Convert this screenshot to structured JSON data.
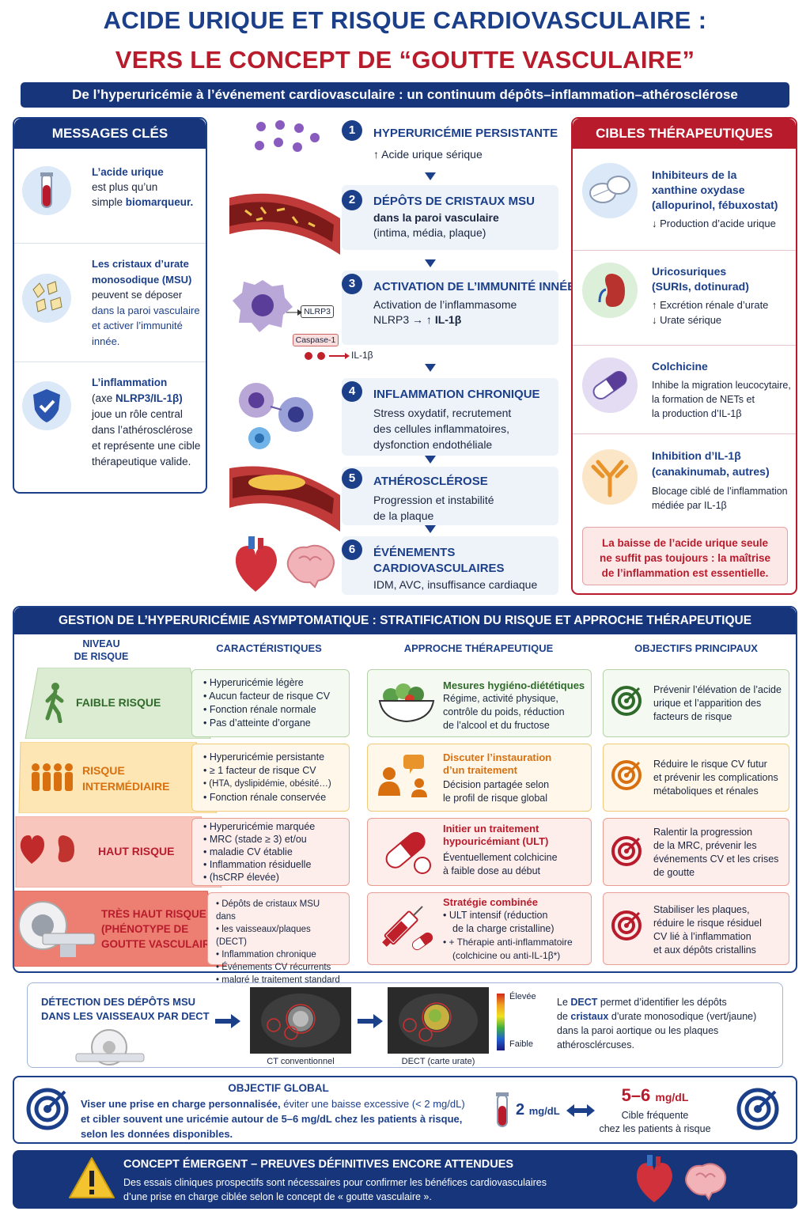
{
  "title": {
    "line1": "ACIDE URIQUE ET RISQUE CARDIOVASCULAIRE :",
    "line2": "VERS LE CONCEPT DE “GOUTTE VASCULAIRE”"
  },
  "subtitle": "De l’hyperuricémie à l’événement cardiovasculaire : un continuum dépôts–inflammation–athérosclérose",
  "messages": {
    "header": "MESSAGES CLÉS",
    "m1": {
      "a": "L’acide urique",
      "b": "est plus qu’un",
      "c": "simple ",
      "d": "biomarqueur."
    },
    "m2": {
      "l1": "Les cristaux d’urate",
      "l2": "monosodique (MSU)",
      "l3": "peuvent se déposer",
      "l4": "dans la paroi vasculaire",
      "l5": "et activer l’immunité",
      "l6": "innée."
    },
    "m3": {
      "l1": "L’inflammation",
      "l2a": "(axe ",
      "l2b": "NLRP3/IL-1β)",
      "l3": "joue un rôle central",
      "l4": "dans l’athérosclérose",
      "l5": "et représente une cible",
      "l6": "thérapeutique valide."
    }
  },
  "steps": [
    {
      "n": "1",
      "title": "HYPERURICÉMIE PERSISTANTE",
      "l1": "↑ Acide urique sérique"
    },
    {
      "n": "2",
      "title": "DÉPÔTS DE CRISTAUX MSU",
      "l1": "dans la paroi vasculaire",
      "l2": "(intima, média, plaque)"
    },
    {
      "n": "3",
      "title": "ACTIVATION DE L’IMMUNITÉ INNÉE",
      "l1": "Activation de l’inflammasome",
      "l2a": "NLRP3 → ↑ ",
      "l2b": "IL-1β"
    },
    {
      "n": "4",
      "title": "INFLAMMATION CHRONIQUE",
      "l1": "Stress oxydatif, recrutement",
      "l2": "des cellules inflammatoires,",
      "l3": "dysfonction endothéliale"
    },
    {
      "n": "5",
      "title": "ATHÉROSCLÉROSE",
      "l1": "Progression et instabilité",
      "l2": "de la plaque"
    },
    {
      "n": "6",
      "title1": "ÉVÉNEMENTS",
      "title2": "CARDIOVASCULAIRES",
      "l1": "IDM, AVC, insuffisance cardiaque"
    }
  ],
  "nlrp3": {
    "a": "NLRP3",
    "b": "Caspase-1",
    "c": "IL-1β"
  },
  "targets": {
    "header": "CIBLES THÉRAPEUTIQUES",
    "t1": {
      "t1": "Inhibiteurs de la",
      "t2": "xanthine oxydase",
      "t3": "(allopurinol, fébuxostat)",
      "d1": "↓ Production d’acide urique"
    },
    "t2": {
      "t1": "Uricosuriques",
      "t2": "(SURIs, dotinurad)",
      "d1": "↑ Excrétion rénale d’urate",
      "d2": "↓ Urate sérique"
    },
    "t3": {
      "t1": "Colchicine",
      "d1": "Inhibe la migration leucocytaire,",
      "d2": "la formation de NETs et",
      "d3": "la production d’IL-1β"
    },
    "t4": {
      "t1": "Inhibition d’IL-1β",
      "t2": "(canakinumab, autres)",
      "d1": "Blocage ciblé de l’inflammation",
      "d2": "médiée par IL-1β"
    },
    "note": {
      "l1": "La baisse de l’acide urique seule",
      "l2": "ne suffit pas toujours : la maîtrise",
      "l3": "de l’inflammation est essentielle."
    }
  },
  "mgmt": {
    "header": "GESTION DE L’HYPERURICÉMIE ASYMPTOMATIQUE : STRATIFICATION DU RISQUE ET APPROCHE THÉRAPEUTIQUE",
    "cols": {
      "c1a": "NIVEAU",
      "c1b": "DE RISQUE",
      "c2": "CARACTÉRISTIQUES",
      "c3": "APPROCHE THÉRAPEUTIQUE",
      "c4": "OBJECTIFS PRINCIPAUX"
    },
    "rows": [
      {
        "level1": "FAIBLE RISQUE",
        "level2": "",
        "chars": [
          "Hyperuricémie légère",
          "Aucun facteur de risque CV",
          "Fonction rénale normale",
          "Pas d’atteinte d’organe"
        ],
        "apTitle1": "Mesures hygiéno-diététiques",
        "apTitle2": "",
        "ap": [
          "Régime, activité physique,",
          "contrôle du poids, réduction",
          "de l’alcool et du fructose"
        ],
        "obj": [
          "Prévenir l’élévation de l’acide",
          "urique et l’apparition des",
          "facteurs de risque"
        ]
      },
      {
        "level1": "RISQUE",
        "level2": "INTERMÉDIAIRE",
        "chars": [
          "Hyperuricémie persistante",
          "≥ 1 facteur de risque CV",
          "(HTA, dyslipidémie, obésité…)",
          "Fonction rénale conservée"
        ],
        "apTitle1": "Discuter l’instauration",
        "apTitle2": "d’un traitement",
        "ap": [
          "Décision partagée selon",
          "le profil de risque global"
        ],
        "obj": [
          "Réduire le risque CV futur",
          "et prévenir les complications",
          "métaboliques et rénales"
        ]
      },
      {
        "level1": "HAUT RISQUE",
        "level2": "",
        "chars": [
          "Hyperuricémie marquée",
          "MRC (stade ≥ 3) et/ou",
          "maladie CV établie",
          "Inflammation résiduelle",
          "(hsCRP élevée)"
        ],
        "apTitle1": "Initier un traitement",
        "apTitle2": "hypouricémiant (ULT)",
        "ap": [
          "Éventuellement colchicine",
          "à faible dose au début"
        ],
        "obj": [
          "Ralentir la progression",
          "de la MRC, prévenir les",
          "événements CV et les crises",
          "de goutte"
        ]
      },
      {
        "level1": "TRÈS HAUT RISQUE",
        "level2": "(PHÉNOTYPE DE",
        "level3": "GOUTTE VASCULAIRE)",
        "chars": [
          "Dépôts de cristaux MSU dans",
          "les vaisseaux/plaques (DECT)",
          "Inflammation chronique",
          "Événements CV récurrents",
          "malgré le traitement standard"
        ],
        "apTitle1": "Stratégie combinée",
        "apTitle2": "",
        "ap": [
          "• ULT intensif (réduction",
          "de la charge cristalline)",
          "• + Thérapie anti-inflammatoire",
          "(colchicine ou anti-IL-1β*)"
        ],
        "obj": [
          "Stabiliser les plaques,",
          "réduire le risque résiduel",
          "CV lié à l’inflammation",
          "et aux dépôts cristallins"
        ]
      }
    ]
  },
  "dect": {
    "title1": "DÉTECTION DES DÉPÔTS MSU",
    "title2": "DANS LES VAISSEAUX PAR DECT",
    "img1": "CT conventionnel",
    "img2": "DECT (carte urate)",
    "scaleHigh": "Élevée",
    "scaleLow": "Faible",
    "d1a": "Le ",
    "d1b": "DECT",
    "d1c": " permet d’identifier les dépôts",
    "d2a": "de ",
    "d2b": "cristaux",
    "d2c": " d’urate monosodique (vert/jaune)",
    "d3": "dans la paroi aortique ou les plaques",
    "d4": "athérosclércuses."
  },
  "goal": {
    "title": "OBJECTIF GLOBAL",
    "l1a": "Viser une prise en charge personnalisée,",
    "l1b": " éviter une baisse excessive (< 2 mg/dL)",
    "l2a": "et cibler souvent une uricémie autour de ",
    "l2b": "5–6 mg/dL",
    "l2c": " chez les patients à risque,",
    "l3": "selon les données disponibles.",
    "v1": "2",
    "u1": "mg/dL",
    "v2": "5–6",
    "u2": "mg/dL",
    "c1": "Cible fréquente",
    "c2": "chez les patients à risque"
  },
  "footer": {
    "title": "CONCEPT ÉMERGENT – PREUVES DÉFINITIVES ENCORE ATTENDUES",
    "l1": "Des essais cliniques prospectifs sont nécessaires pour confirmer les bénéfices cardiovasculaires",
    "l2": "d’une prise en charge ciblée selon le concept de « goutte vasculaire »."
  },
  "colors": {
    "navy": "#16357a",
    "red": "#b81c2c",
    "green": "#6da85a",
    "orange": "#e8942a",
    "highRed": "#e55a4a"
  }
}
